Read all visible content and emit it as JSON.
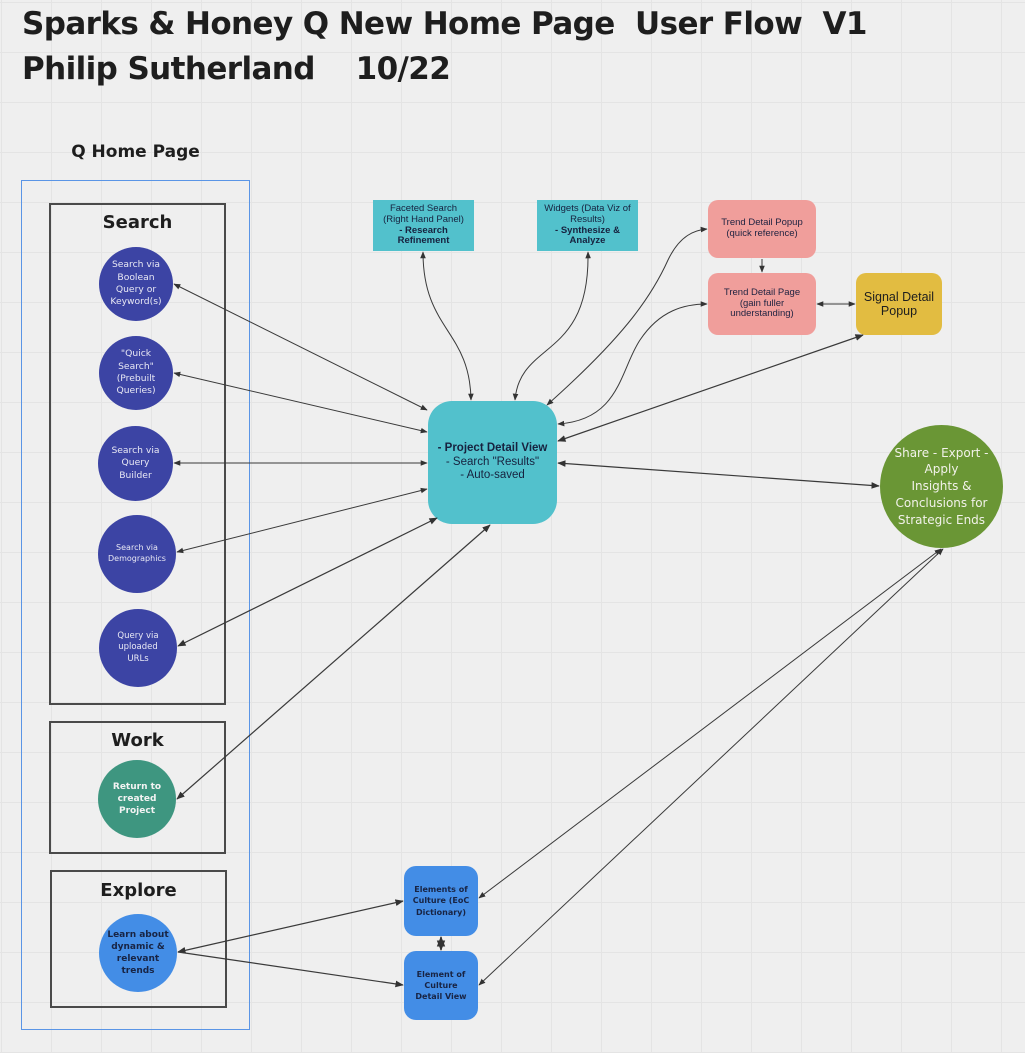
{
  "header": {
    "title": "Sparks & Honey Q New Home Page  User Flow  V1",
    "subtitle": "Philip Sutherland    10/22"
  },
  "home": {
    "label": "Q Home Page",
    "search": {
      "label": "Search",
      "items": [
        "Search via\nBoolean\nQuery or\nKeyword(s)",
        "\"Quick\nSearch\"\n(Prebuilt\nQueries)",
        "Search via\nQuery\nBuilder",
        "Search via\nDemographics",
        "Query via\nuploaded\nURLs"
      ]
    },
    "work": {
      "label": "Work",
      "item": "Return to\ncreated\nProject"
    },
    "explore": {
      "label": "Explore",
      "item": "Learn about\ndynamic &\nrelevant\ntrends"
    }
  },
  "nodes": {
    "faceted": {
      "line1": "Faceted Search",
      "line2": "(Right Hand Panel)",
      "bold1": "- Research",
      "bold2": "Refinement"
    },
    "widgets": {
      "line1": "Widgets (Data Viz of",
      "line2": "Results)",
      "bold1": "- Synthesize &",
      "bold2": "Analyze"
    },
    "trend_popup": {
      "line1": "Trend Detail Popup",
      "line2": "(quick reference)"
    },
    "trend_page": {
      "line1": "Trend Detail Page",
      "line2": "(gain fuller",
      "line3": "understanding)"
    },
    "signal_popup": {
      "line1": "Signal Detail",
      "line2": "Popup"
    },
    "project": {
      "bold": "- Project Detail View",
      "line2": "- Search \"Results\"",
      "line3": "- Auto-saved"
    },
    "share": "Share - Export -\nApply\nInsights &\nConclusions for\nStrategic Ends",
    "eoc_dictionary": "Elements of\nCulture (EoC\nDictionary)",
    "eoc_detail": "Element of\nCulture\nDetail View"
  },
  "colors": {
    "search_circle": "#3c44a4",
    "work_circle": "#3e9680",
    "explore_circle": "#438de6",
    "teal": "#52c1cc",
    "pink": "#f09e9b",
    "yellow": "#e2bc41",
    "green": "#6a9635",
    "frame_blue": "#5a95e6"
  }
}
